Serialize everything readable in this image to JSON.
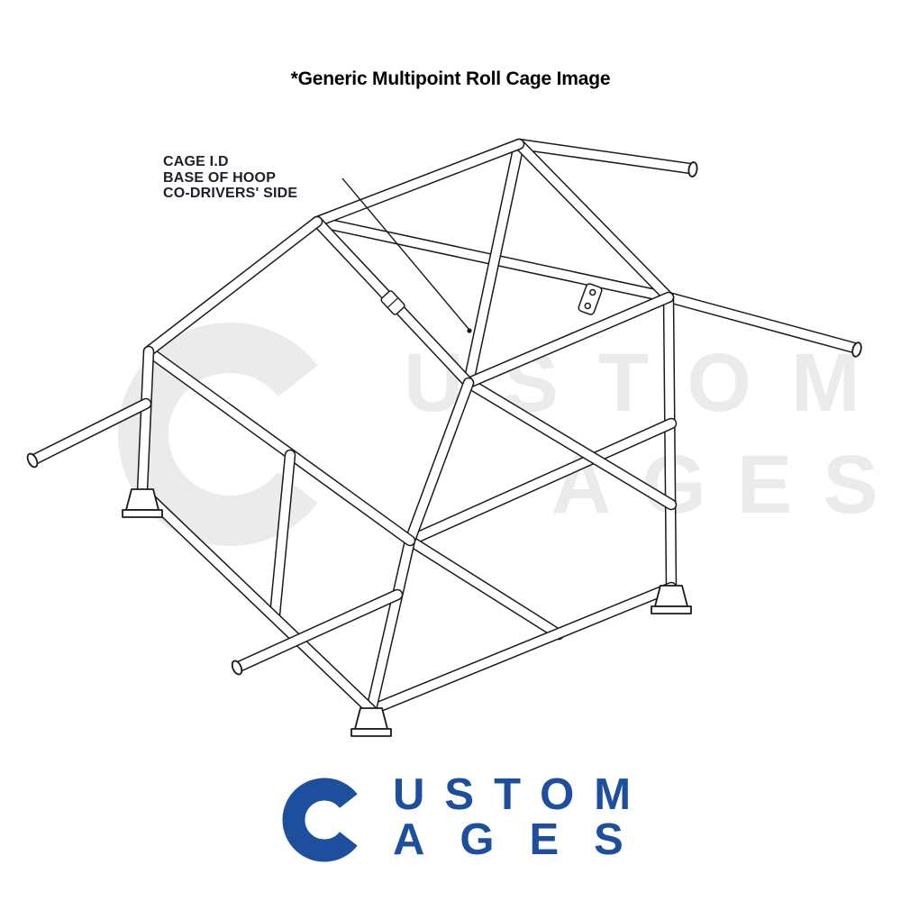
{
  "title": "*Generic Multipoint Roll Cage Image",
  "annotation": {
    "lines": [
      "CAGE I.D",
      "BASE OF HOOP",
      "CO-DRIVERS' SIDE"
    ]
  },
  "drawing": {
    "label": "multipoint-roll-cage-line-drawing",
    "line_color": "#1a1a1a",
    "tube_fill": "#ffffff"
  },
  "watermark": {
    "initial": "C",
    "row_top": "USTOM",
    "row_bottom": "AGES",
    "color": "#ebebeb"
  },
  "logo": {
    "initial": "C",
    "row_top": "USTOM",
    "row_bottom": "AGES",
    "color": "#1d4f9e"
  }
}
